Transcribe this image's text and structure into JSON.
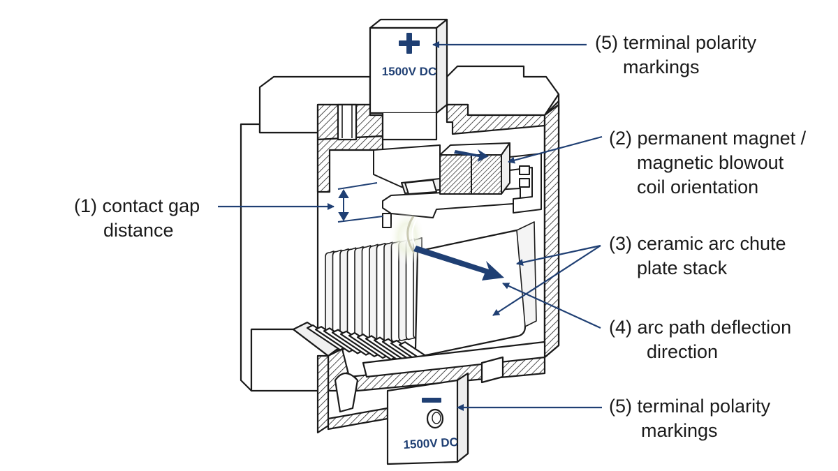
{
  "colors": {
    "outline": "#1a1a1a",
    "leader": "#1f3f73",
    "polarity_mark": "#1f3f73",
    "arc_arrow": "#1f3f73",
    "hatch": "#222222",
    "body_fill": "#ffffff",
    "plate_fill": "#f4f4f4"
  },
  "terminals": {
    "positive": {
      "symbol": "+",
      "rating": "1500V DC"
    },
    "negative": {
      "symbol": "−",
      "rating": "1500V DC"
    }
  },
  "callouts": {
    "terminal_top": {
      "line1": "(5) terminal polarity",
      "line2": "markings"
    },
    "magnet": {
      "line1": "(2) permanent magnet /",
      "line2": "magnetic blowout",
      "line3": "coil orientation"
    },
    "contact_gap": {
      "line1": "(1) contact gap",
      "line2": "distance"
    },
    "arc_chute": {
      "line1": "(3) ceramic arc chute",
      "line2": "plate stack"
    },
    "arc_path": {
      "line1": "(4) arc path deflection",
      "line2": "direction"
    },
    "terminal_bottom": {
      "line1": "(5) terminal polarity",
      "line2": "markings"
    }
  },
  "icons": [
    "plus-polarity-icon",
    "minus-polarity-icon",
    "magnet-direction-arrow-icon",
    "arc-deflection-arrow-icon",
    "gap-dimension-icon"
  ]
}
